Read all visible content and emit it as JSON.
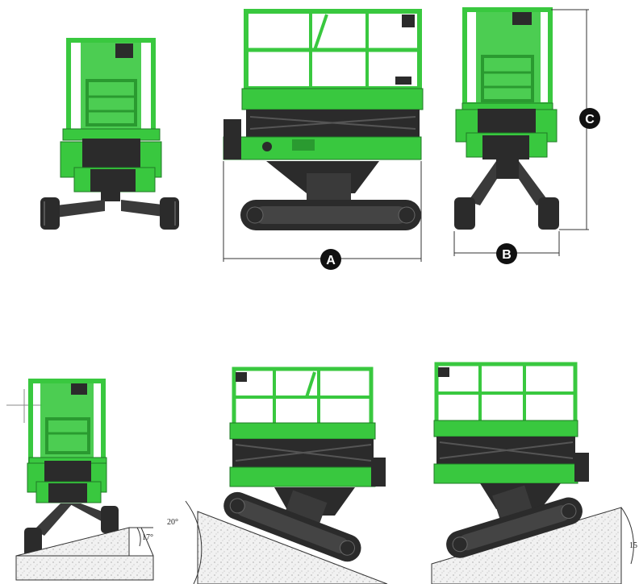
{
  "colors": {
    "body_green": "#39c83f",
    "dark_green": "#2a9a30",
    "chassis_black": "#2b2b2b",
    "mid_gray": "#555555",
    "ground": "#ececec",
    "dimension_line": "#333333",
    "marker": "#111111"
  },
  "dimension_labels": {
    "a": "A",
    "b": "B",
    "c": "C"
  },
  "angle_labels": {
    "left": "17°",
    "center": "20°",
    "right": "15"
  },
  "views": [
    {
      "name": "front-view-tracks-retracted"
    },
    {
      "name": "side-view-with-length-dimension"
    },
    {
      "name": "front-view-with-width-height-dimensions"
    },
    {
      "name": "front-view-on-lateral-slope"
    },
    {
      "name": "side-view-on-uphill-slope"
    },
    {
      "name": "side-view-on-downhill-slope"
    }
  ]
}
